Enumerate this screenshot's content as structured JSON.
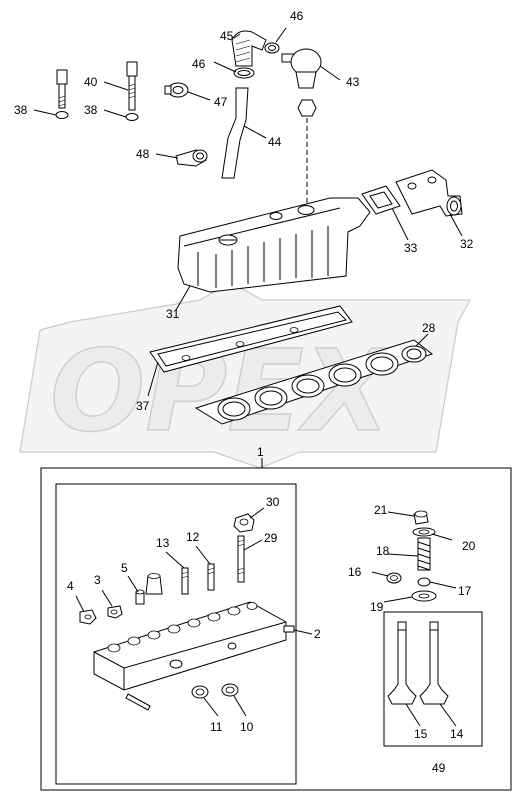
{
  "watermark": {
    "text": "OPEX"
  },
  "corner_mark": "",
  "callouts": {
    "c1": "1",
    "c2": "2",
    "c3": "3",
    "c4": "4",
    "c5": "5",
    "c10": "10",
    "c11": "11",
    "c12": "12",
    "c13": "13",
    "c14": "14",
    "c15": "15",
    "c16": "16",
    "c17": "17",
    "c18": "18",
    "c19": "19",
    "c20": "20",
    "c21": "21",
    "c28": "28",
    "c29": "29",
    "c30": "30",
    "c31": "31",
    "c32": "32",
    "c33": "33",
    "c37": "37",
    "c38a": "38",
    "c38b": "38",
    "c40": "40",
    "c43": "43",
    "c44": "44",
    "c45": "45",
    "c46a": "46",
    "c46b": "46",
    "c47": "47",
    "c48": "48",
    "c49": "49"
  }
}
